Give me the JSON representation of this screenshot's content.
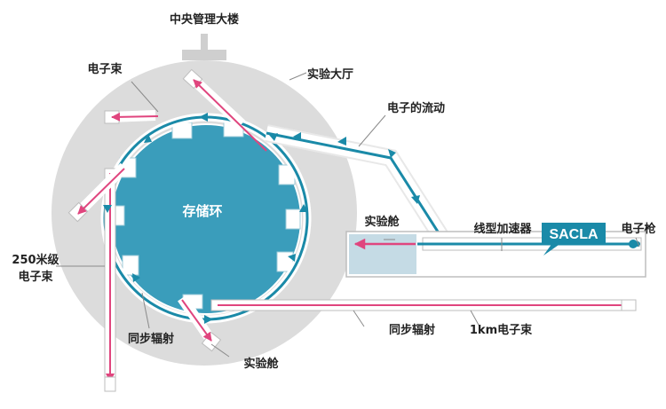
{
  "labels": {
    "central_building": "中央管理大楼",
    "electron_beam_top": "电子束",
    "experiment_hall": "实验大厅",
    "electron_flow": "电子的流动",
    "storage_ring": "存储环",
    "experiment_cabin_right": "实验舱",
    "linac": "线型加速器",
    "sacla": "SACLA",
    "electron_gun": "电子枪",
    "beam_250m_line1": "250米级",
    "beam_250m_line2": "电子束",
    "synchrotron_radiation_bottom": "同步辐射",
    "experiment_cabin_bottom": "实验舱",
    "synchrotron_radiation_right": "同步辐射",
    "beam_1km": "1km电子束"
  },
  "colors": {
    "hall": "#dcdcdc",
    "ring_fill": "#3a9dbb",
    "ring_track": "#1a8aa8",
    "beam_pink": "#e0457e",
    "badge": "#1a8aa8",
    "cabin_fill": "#c5dbe5"
  }
}
